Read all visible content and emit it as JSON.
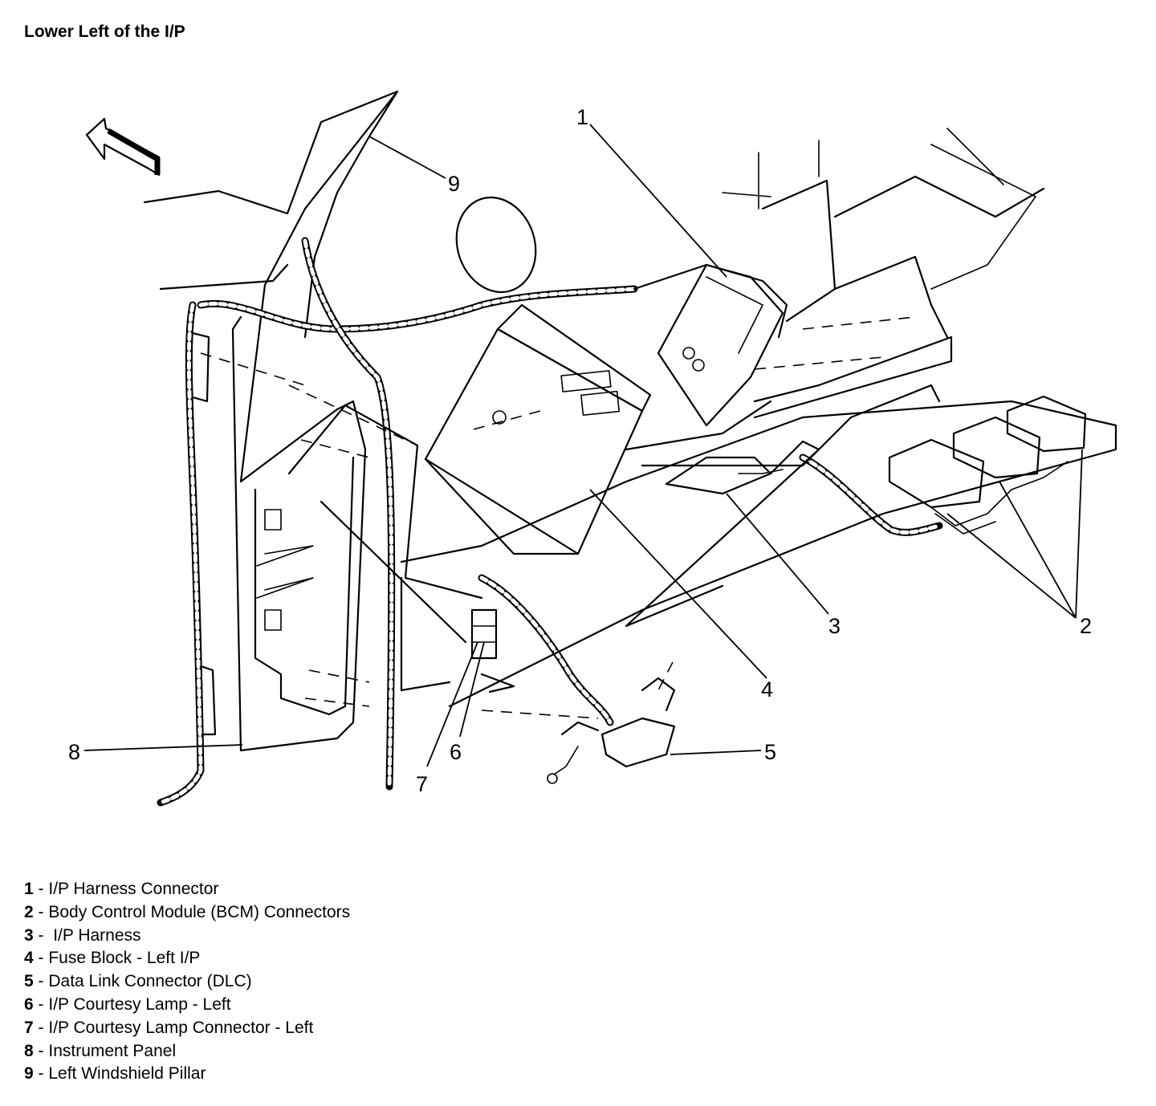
{
  "title": "Lower Left of the I/P",
  "callouts": [
    "1",
    "2",
    "3",
    "4",
    "5",
    "6",
    "7",
    "8",
    "9"
  ],
  "legend": [
    {
      "key": "1",
      "sep": " - ",
      "text": "I/P Harness Connector"
    },
    {
      "key": "2",
      "sep": " - ",
      "text": "Body Control Module (BCM) Connectors"
    },
    {
      "key": "3",
      "sep": " - ",
      "text": " I/P Harness"
    },
    {
      "key": "4",
      "sep": " - ",
      "text": "Fuse Block - Left I/P"
    },
    {
      "key": "5",
      "sep": " - ",
      "text": "Data Link Connector (DLC)"
    },
    {
      "key": "6",
      "sep": " - ",
      "text": "I/P Courtesy Lamp - Left"
    },
    {
      "key": "7",
      "sep": " - ",
      "text": "I/P Courtesy Lamp Connector - Left"
    },
    {
      "key": "8",
      "sep": " - ",
      "text": "Instrument Panel"
    },
    {
      "key": "9",
      "sep": " - ",
      "text": "Left Windshield Pillar"
    }
  ]
}
